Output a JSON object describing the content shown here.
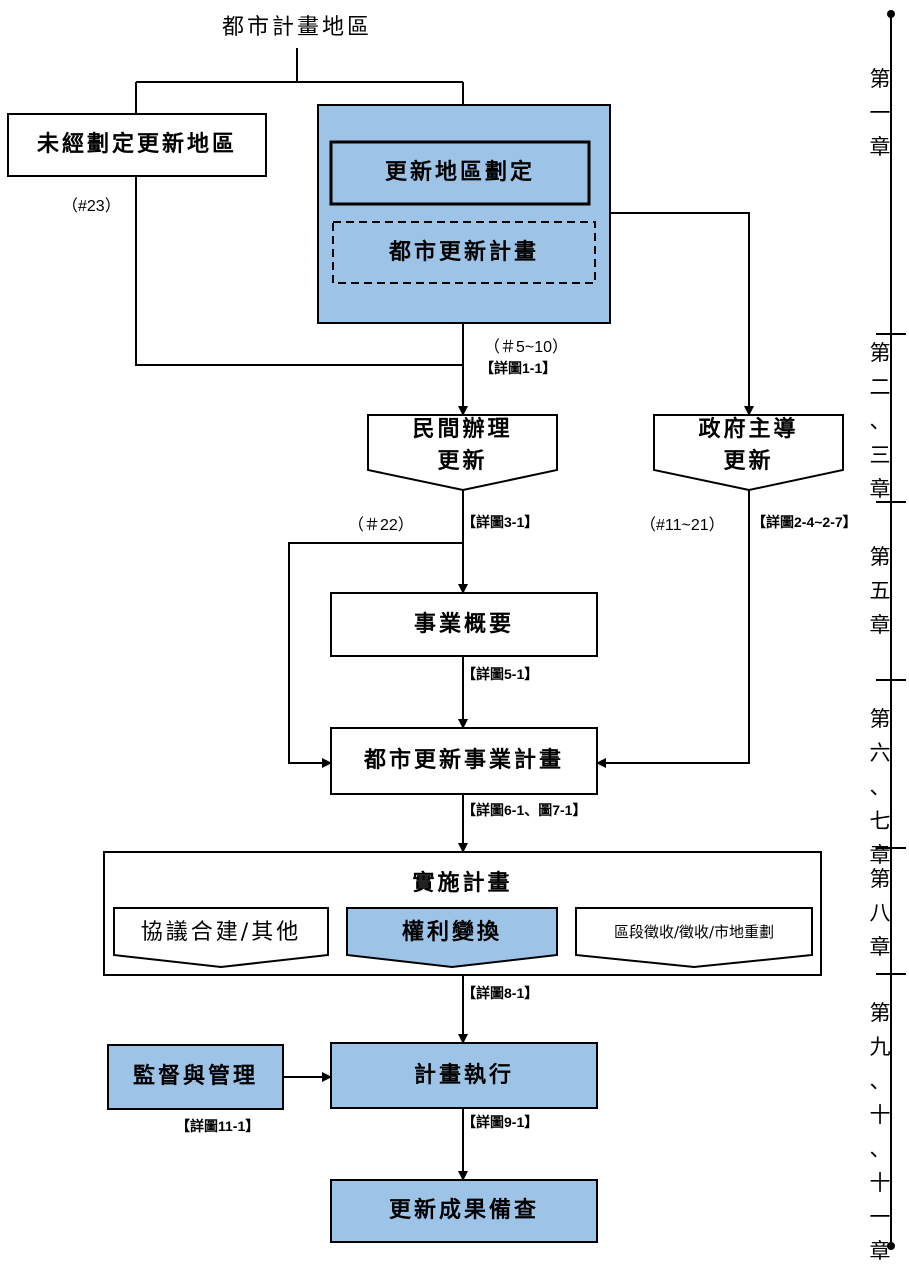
{
  "nodes": {
    "top": "都市計畫地區",
    "unplanned_area": "未經劃定更新地區",
    "area_designation": "更新地區劃定",
    "urban_renewal_plan": "都市更新計畫",
    "private_renewal": "民間辦理\n更新",
    "gov_renewal": "政府主導\n更新",
    "business_outline": "事業概要",
    "business_plan": "都市更新事業計畫",
    "implementation_plan": "實施計畫",
    "option_cooperative": "協議合建/其他",
    "option_rights": "權利變換",
    "option_land": "區段徵收/徵收/市地重劃",
    "supervision": "監督與管理",
    "execution": "計畫執行",
    "results": "更新成果備查"
  },
  "refs": {
    "r23": "（#23）",
    "r5_10": "（＃5~10）",
    "fig1_1": "【詳圖1-1】",
    "r22": "（＃22）",
    "fig3_1": "【詳圖3-1】",
    "r11_21": "（#11~21）",
    "fig2_4": "【詳圖2-4~2-7】",
    "fig5_1": "【詳圖5-1】",
    "fig6_1": "【詳圖6-1、圖7-1】",
    "fig8_1": "【詳圖8-1】",
    "fig9_1": "【詳圖9-1】",
    "fig11_1": "【詳圖11-1】"
  },
  "chapters": {
    "ch1": "第\n一\n章",
    "ch2_3": "第\n二\n、\n三\n章",
    "ch5": "第\n五\n章",
    "ch6_7": "第\n六\n、\n七\n章",
    "ch8": "第\n八\n章",
    "ch9_11": "第\n九\n、\n十\n、\n十\n一\n章"
  },
  "colors": {
    "highlight_fill": "#9dc3e6",
    "line": "#000000"
  }
}
